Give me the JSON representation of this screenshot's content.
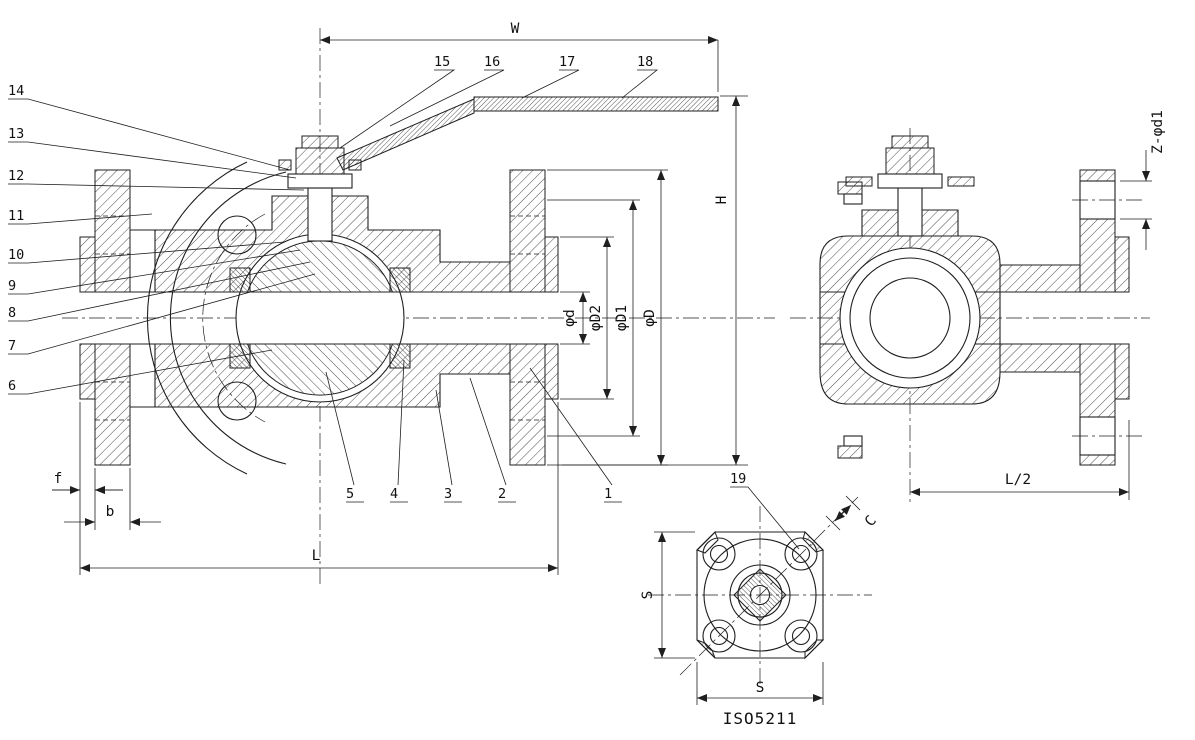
{
  "callouts": {
    "left": [
      "14",
      "13",
      "12",
      "11",
      "10",
      "9",
      "8",
      "7",
      "6"
    ],
    "top": [
      "15",
      "16",
      "17",
      "18"
    ],
    "bottom": [
      "5",
      "4",
      "3",
      "2",
      "1"
    ],
    "mount": [
      "19"
    ]
  },
  "dimensions": {
    "overall_width": "W",
    "height": "H",
    "length": "L",
    "half_length": "L/2",
    "face_projection": "f",
    "flange_thickness": "b",
    "bore_diameter": "φd",
    "seat_face_diameter": "φD2",
    "bolt_circle_diameter": "φD1",
    "flange_diameter": "φD",
    "stem_bolt_holes": "Z-φd1",
    "pad_square_vertical": "S",
    "pad_square_horizontal": "S",
    "pad_corner_dim": "C"
  },
  "footer": {
    "mounting_standard": "ISO5211"
  }
}
